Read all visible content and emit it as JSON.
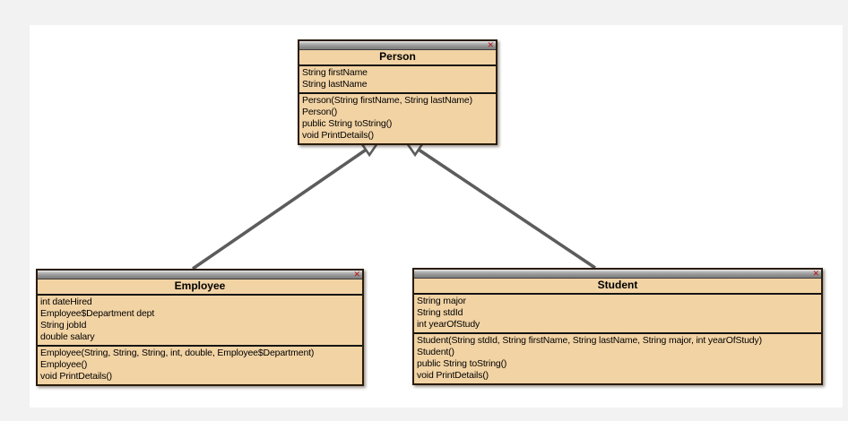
{
  "page": {
    "background_color": "#f2f2f2",
    "canvas_color": "#ffffff"
  },
  "icons": {
    "close_glyph": "✕"
  },
  "diagram": {
    "type": "uml-class-diagram",
    "classes": [
      {
        "name": "Person",
        "attributes": [
          "String firstName",
          "String lastName"
        ],
        "methods": [
          "Person(String firstName, String lastName)",
          "Person()",
          "public String toString()",
          "void PrintDetails()"
        ]
      },
      {
        "name": "Employee",
        "attributes": [
          "int dateHired",
          "Employee$Department dept",
          "String jobId",
          "double salary"
        ],
        "methods": [
          "Employee(String, String, String, int, double, Employee$Department)",
          "Employee()",
          "void PrintDetails()"
        ]
      },
      {
        "name": "Student",
        "attributes": [
          "String major",
          "String stdId",
          "int yearOfStudy"
        ],
        "methods": [
          "Student(String stdId, String firstName, String lastName, String major, int yearOfStudy)",
          "Student()",
          "public String toString()",
          "void PrintDetails()"
        ]
      }
    ],
    "relationships": [
      {
        "from": "Employee",
        "to": "Person",
        "type": "generalization"
      },
      {
        "from": "Student",
        "to": "Person",
        "type": "generalization"
      }
    ],
    "colors": {
      "class_fill": "#f2d3a4",
      "class_border": "#2a1c0a",
      "titlebar_gray": "#8d8d8d",
      "arrow_gray": "#5c5c5c",
      "close_x_red": "#b51111"
    }
  }
}
